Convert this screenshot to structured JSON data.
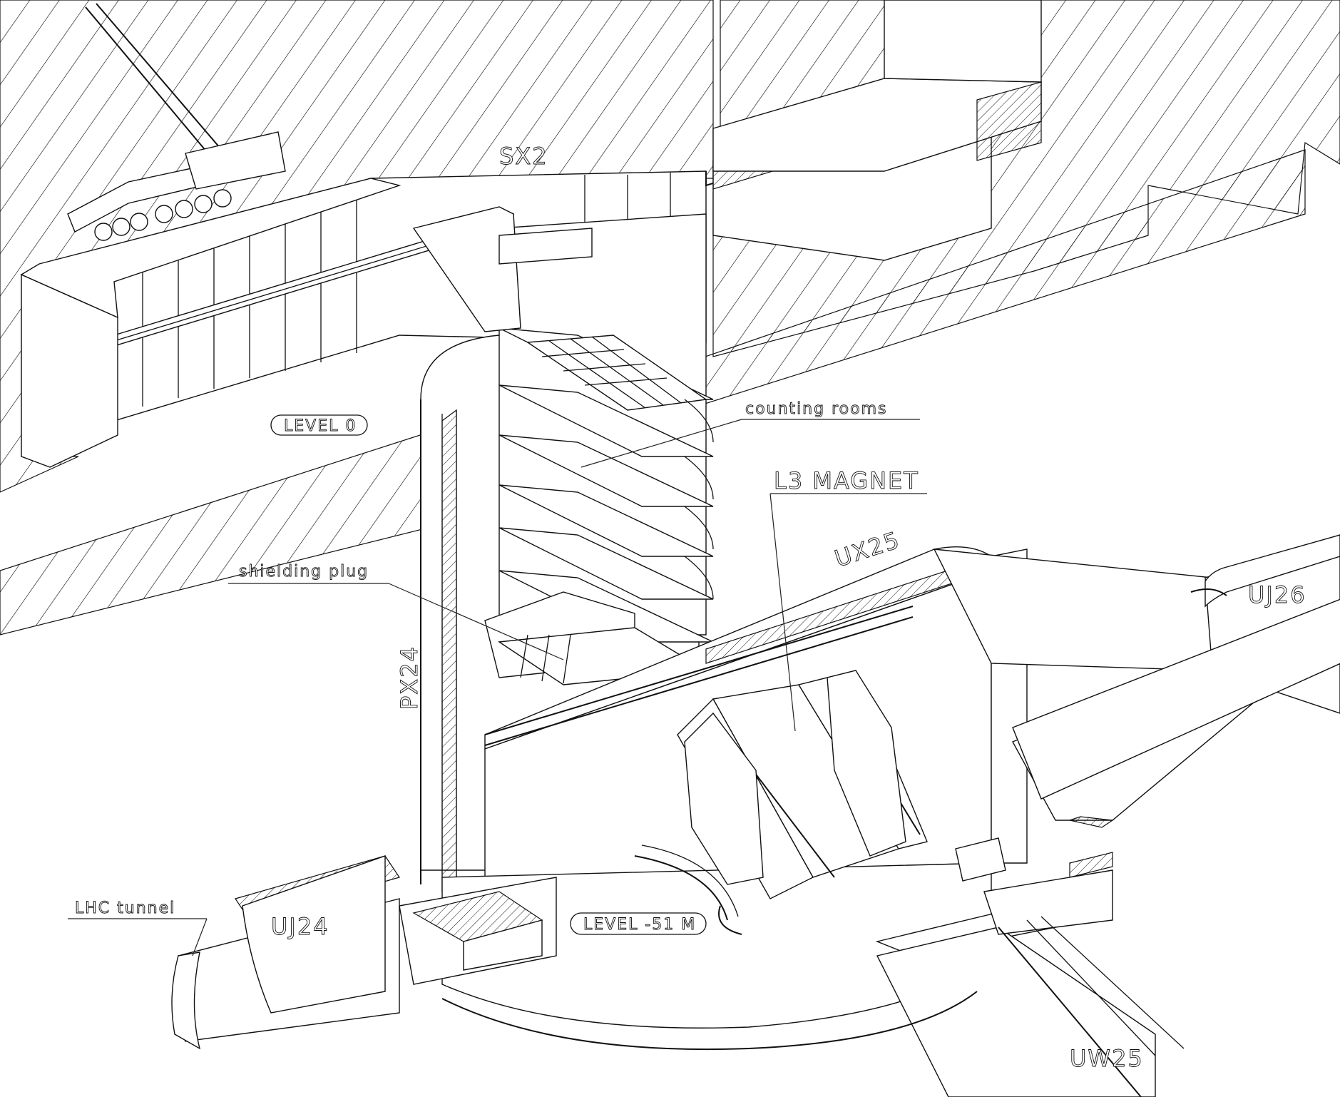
{
  "labels": {
    "sx2": "SX2",
    "counting_rooms": "counting rooms",
    "level_0": "LEVEL 0",
    "l3_magnet": "L3 MAGNET",
    "ux25": "UX25",
    "uj26": "UJ26",
    "shielding_plug": "shielding plug",
    "px24": "PX24",
    "lhc_tunnel": "LHC tunnel",
    "uj24": "UJ24",
    "level_51m": "LEVEL -51 M",
    "uw25": "UW25"
  }
}
